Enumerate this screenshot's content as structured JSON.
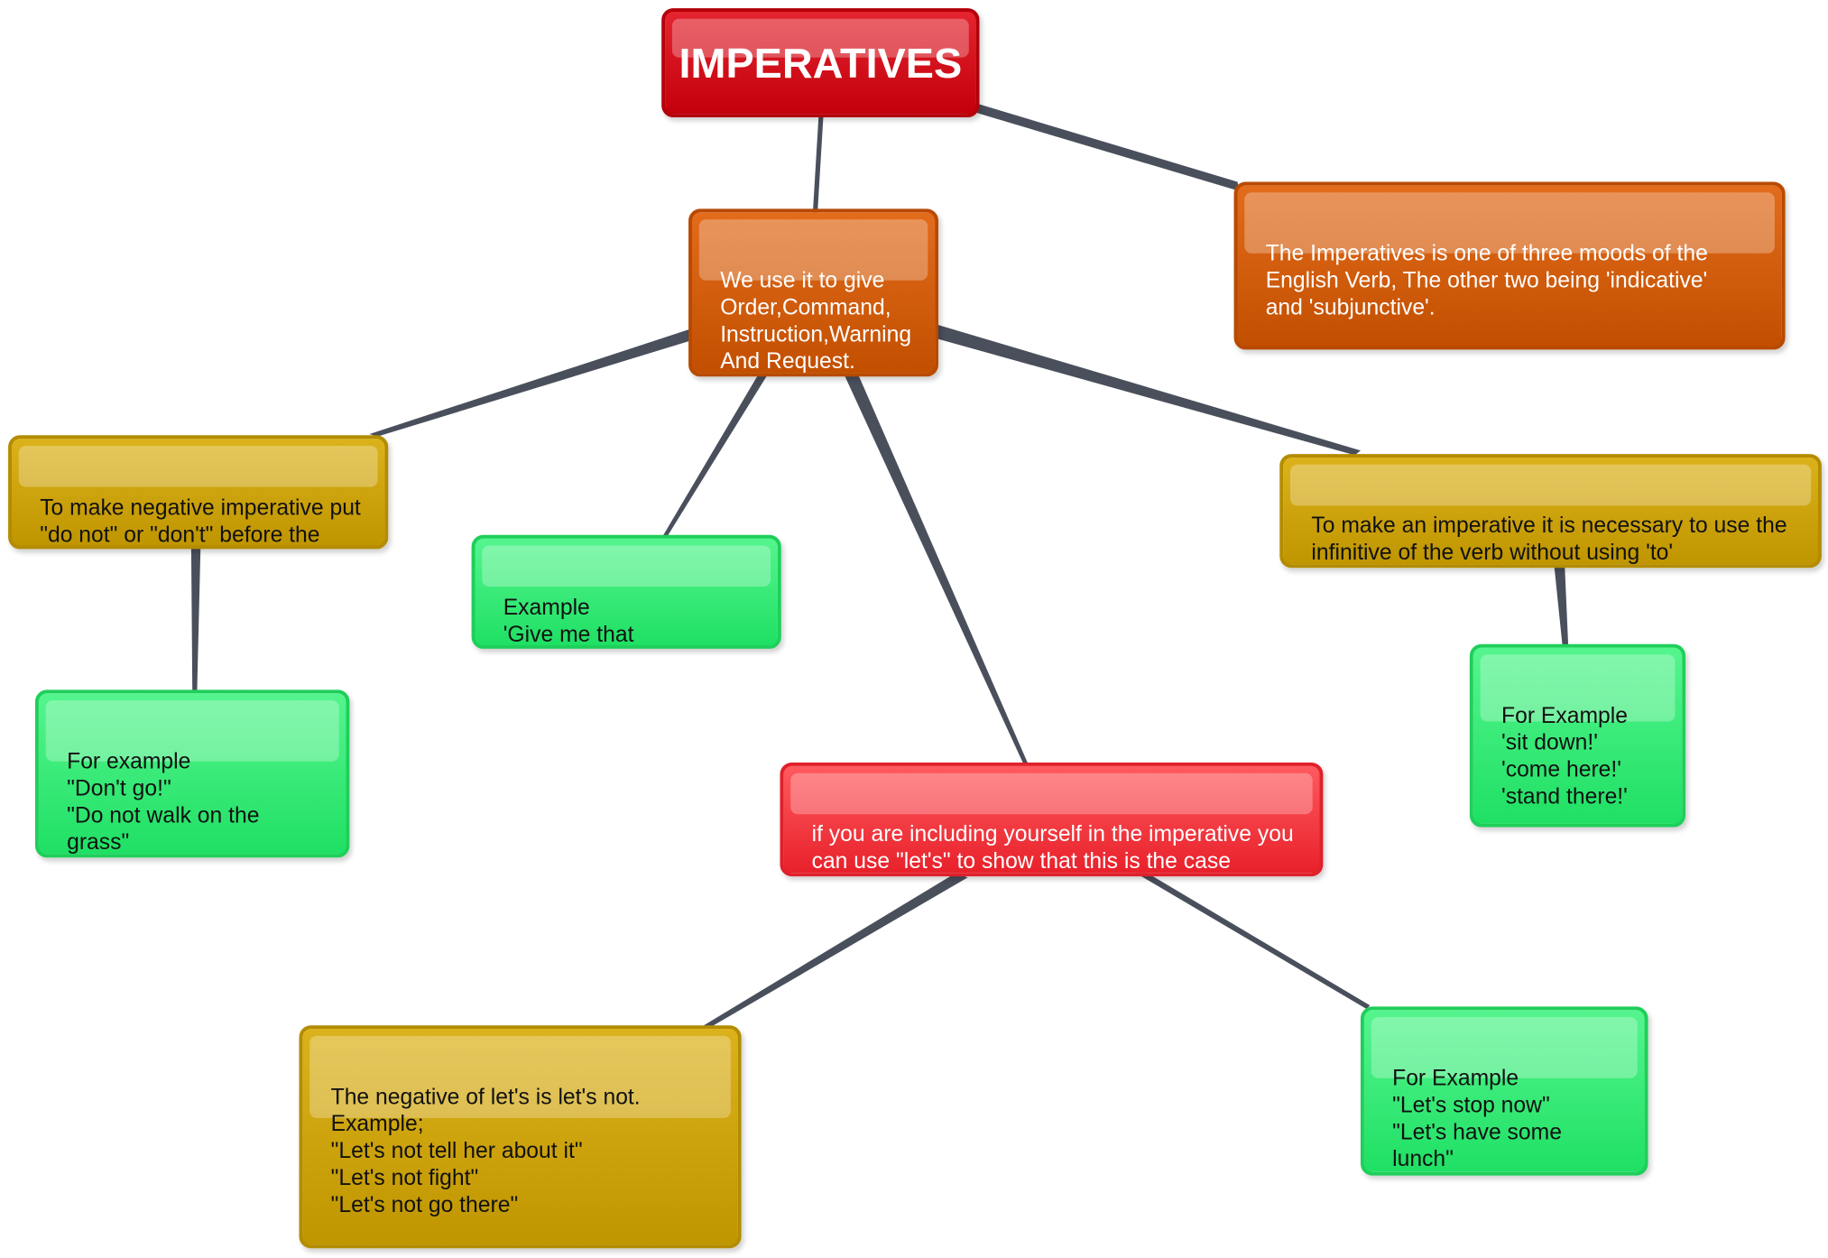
{
  "diagram": {
    "title": "IMPERATIVES",
    "nodes": {
      "usage": "We use it to give\nOrder,Command,\nInstruction,Warning\nAnd Request.",
      "moods": "The Imperatives is one of three moods of the\nEnglish Verb, The other two being 'indicative'\nand 'subjunctive'.",
      "negative": "To  make negative imperative put\n\"do not\" or \"don't\" before the verb.",
      "example_coat": "Example\n'Give me that coat,please'.",
      "infinitive": "To make an imperative it is necessary to use the\ninfinitive of the verb without using 'to'",
      "example_dont": "For example\n\"Don't go!\"\n\"Do not walk on the grass\"\n\"don't talk\"",
      "lets": "if you are including yourself in the  imperative you\ncan use \"let's\" to show that this is the case",
      "example_sit": "For Example\n'sit down!'\n'come here!'\n'stand there!'",
      "lets_negative": "The negative of let's is let's not.\nExample;\n\"Let's not tell her about it\"\n\"Let's not fight\"\n\"Let's not go there\"",
      "example_lets": "For Example\n\"Let's stop now\"\n\"Let's have some lunch\"\n\"Let's walk\""
    },
    "colors": {
      "link": "#4a4f5c",
      "title_fill": "#c3000c",
      "orange_fill": "#c24f00",
      "gold_fill": "#bf9500",
      "green_fill": "#1fe064",
      "red_fill": "#e8212b"
    }
  }
}
